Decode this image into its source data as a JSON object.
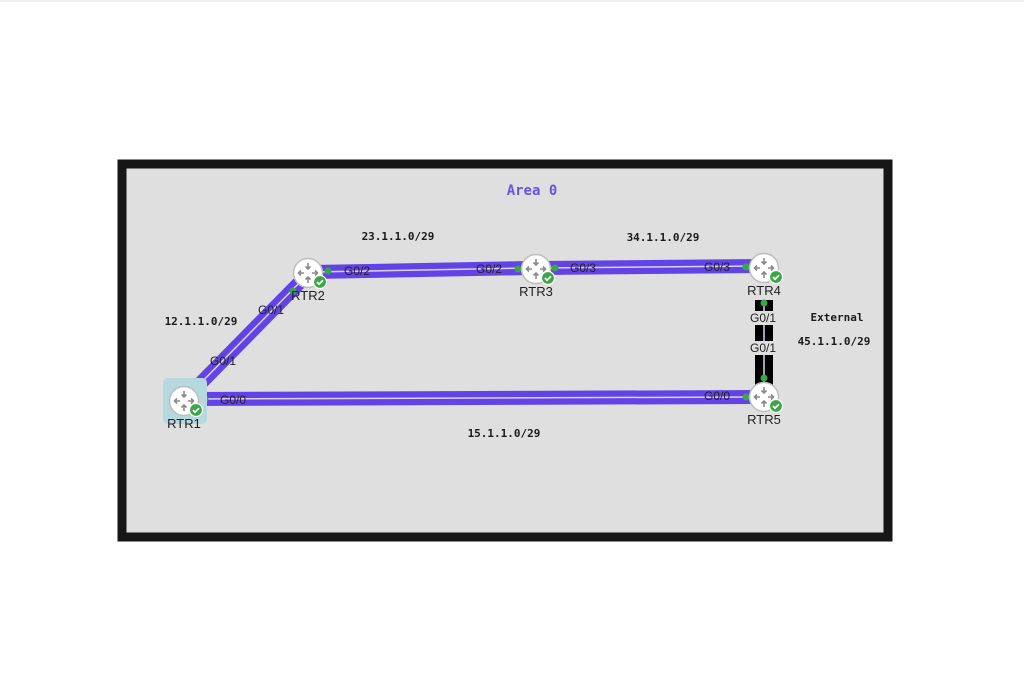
{
  "area_label": "Area 0",
  "colors": {
    "link": "#6244e6",
    "external_link": "#000000",
    "area_text": "#6a52e6",
    "status_ok": "#3aa646",
    "canvas": "#e0dfdf",
    "frame": "#161616",
    "selection": "#b6d8df"
  },
  "routers": [
    {
      "id": "RTR1",
      "name": "RTR1",
      "status": "running",
      "selected": true
    },
    {
      "id": "RTR2",
      "name": "RTR2",
      "status": "running"
    },
    {
      "id": "RTR3",
      "name": "RTR3",
      "status": "running"
    },
    {
      "id": "RTR4",
      "name": "RTR4",
      "status": "running"
    },
    {
      "id": "RTR5",
      "name": "RTR5",
      "status": "running"
    }
  ],
  "links": [
    {
      "a": "RTR1",
      "a_if": "G0/1",
      "b": "RTR2",
      "b_if": "G0/1",
      "subnet": "12.1.1.0/29",
      "type": "area0"
    },
    {
      "a": "RTR2",
      "a_if": "G0/2",
      "b": "RTR3",
      "b_if": "G0/2",
      "subnet": "23.1.1.0/29",
      "type": "area0"
    },
    {
      "a": "RTR3",
      "a_if": "G0/3",
      "b": "RTR4",
      "b_if": "G0/3",
      "subnet": "34.1.1.0/29",
      "type": "area0"
    },
    {
      "a": "RTR1",
      "a_if": "G0/0",
      "b": "RTR5",
      "b_if": "G0/0",
      "subnet": "15.1.1.0/29",
      "type": "area0"
    },
    {
      "a": "RTR4",
      "a_if": "G0/1",
      "b": "RTR5",
      "b_if": "G0/1",
      "subnet": "45.1.1.0/29",
      "type": "external",
      "label": "External"
    }
  ]
}
